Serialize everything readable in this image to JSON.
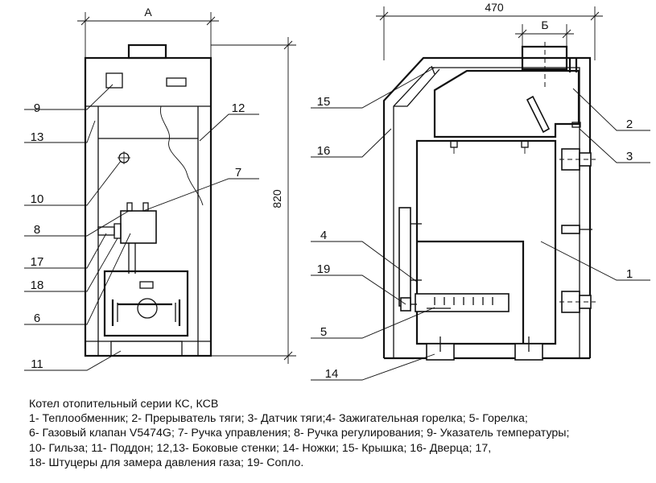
{
  "dimensions": {
    "width_a": "А",
    "depth": "470",
    "height": "820",
    "nozzle_b": "Б"
  },
  "callouts_left": [
    "9",
    "13",
    "10",
    "8",
    "17",
    "18",
    "6",
    "11",
    "12",
    "7"
  ],
  "callouts_right": [
    "15",
    "16",
    "4",
    "19",
    "5",
    "14",
    "2",
    "3",
    "1"
  ],
  "legend": {
    "title": "Котел отопительный серии КС, КСВ",
    "line1": "1- Теплообменник; 2- Прерыватель тяги; 3- Датчик тяги;4- Зажигательная горелка; 5- Горелка;",
    "line2": "6- Газовый клапан V5474G; 7- Ручка управления; 8- Ручка регулирования; 9- Указатель температуры;",
    "line3": "10- Гильза; 11- Поддон; 12,13- Боковые стенки; 14- Ножки; 15- Крышка; 16- Дверца; 17,",
    "line4": "18- Штуцеры для замера давления газа; 19- Сопло."
  }
}
